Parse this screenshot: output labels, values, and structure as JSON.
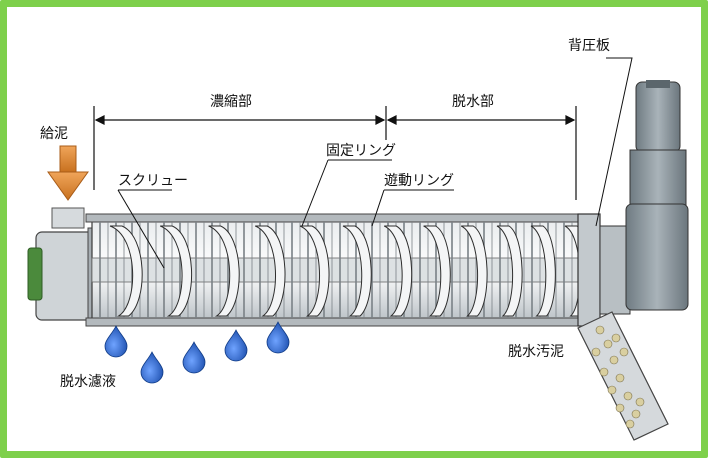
{
  "labels": {
    "feed": "給泥",
    "thickening": "濃縮部",
    "dewatering": "脱水部",
    "back_plate": "背圧板",
    "fixed_ring": "固定リング",
    "moving_ring": "遊動リング",
    "screw": "スクリュー",
    "filtrate": "脱水濾液",
    "cake": "脱水汚泥"
  },
  "colors": {
    "frame": "#7ed04b",
    "arrow": "#e08a2e",
    "water": "#1f5fbf",
    "machine": "#c9ced2",
    "motor": "#8e9aa1"
  },
  "icons": {
    "feed_arrow": "down-arrow",
    "drops": "water-drop",
    "motor": "gear-motor"
  }
}
